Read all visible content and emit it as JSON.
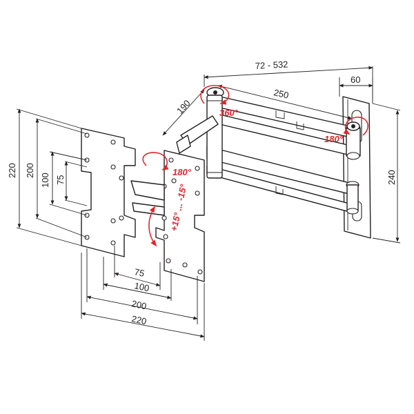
{
  "colors": {
    "line": "#231f20",
    "accent": "#e2262b",
    "background": "#ffffff"
  },
  "dimensions": {
    "arm_extension": "72 - 532",
    "arm_length": "250",
    "wall_plate_width": "60",
    "wall_plate_height": "240",
    "swivel_depth": "190",
    "vesa_height_outer": "220",
    "vesa_height_200": "200",
    "vesa_height_100": "100",
    "vesa_height_75": "75",
    "vesa_width_75": "75",
    "vesa_width_100": "100",
    "vesa_width_200": "200",
    "vesa_width_outer": "220"
  },
  "rotations": {
    "wall_pivot": "180°",
    "arm_pivot": "360°",
    "head_swivel": "180°",
    "tilt": "+15° ... -15°"
  }
}
